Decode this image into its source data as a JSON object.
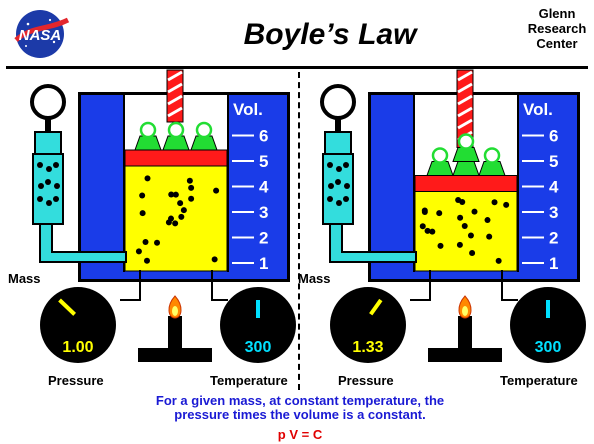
{
  "header": {
    "title": "Boyle’s  Law",
    "logo_text": "NASA",
    "center_label": [
      "Glenn",
      "Research",
      "Center"
    ]
  },
  "colors": {
    "container_blue": "#1a3ce8",
    "gas_yellow": "#ffff00",
    "piston_red": "#ff1a1a",
    "weight_green": "#22dd33",
    "tube_cyan": "#33dddd",
    "gauge_black": "#000000",
    "gauge_value": "#ffff00",
    "temp_value": "#00e0ff",
    "caption_blue": "#1a1ad4",
    "formula_red": "#e00000",
    "flame_orange": "#ff8800",
    "logo_blue": "#1c3aa8"
  },
  "panels": [
    {
      "id": "left",
      "volume_label": "Vol.",
      "scale": [
        "6",
        "5",
        "4",
        "3",
        "2",
        "1"
      ],
      "mass_label": "Mass",
      "pressure_label": "Pressure",
      "pressure_value": "1.00",
      "temperature_label": "Temperature",
      "temperature_value": "300",
      "weights": 3,
      "gas_volume": 4
    },
    {
      "id": "right",
      "volume_label": "Vol.",
      "scale": [
        "6",
        "5",
        "4",
        "3",
        "2",
        "1"
      ],
      "mass_label": "Mass",
      "pressure_label": "Pressure",
      "pressure_value": "1.33",
      "temperature_label": "Temperature",
      "temperature_value": "300",
      "weights": 4,
      "gas_volume": 3
    }
  ],
  "caption": {
    "line1": "For a given mass, at constant temperature, the",
    "line2": "pressure times  the volume is  a constant.",
    "formula": "p V = C"
  }
}
